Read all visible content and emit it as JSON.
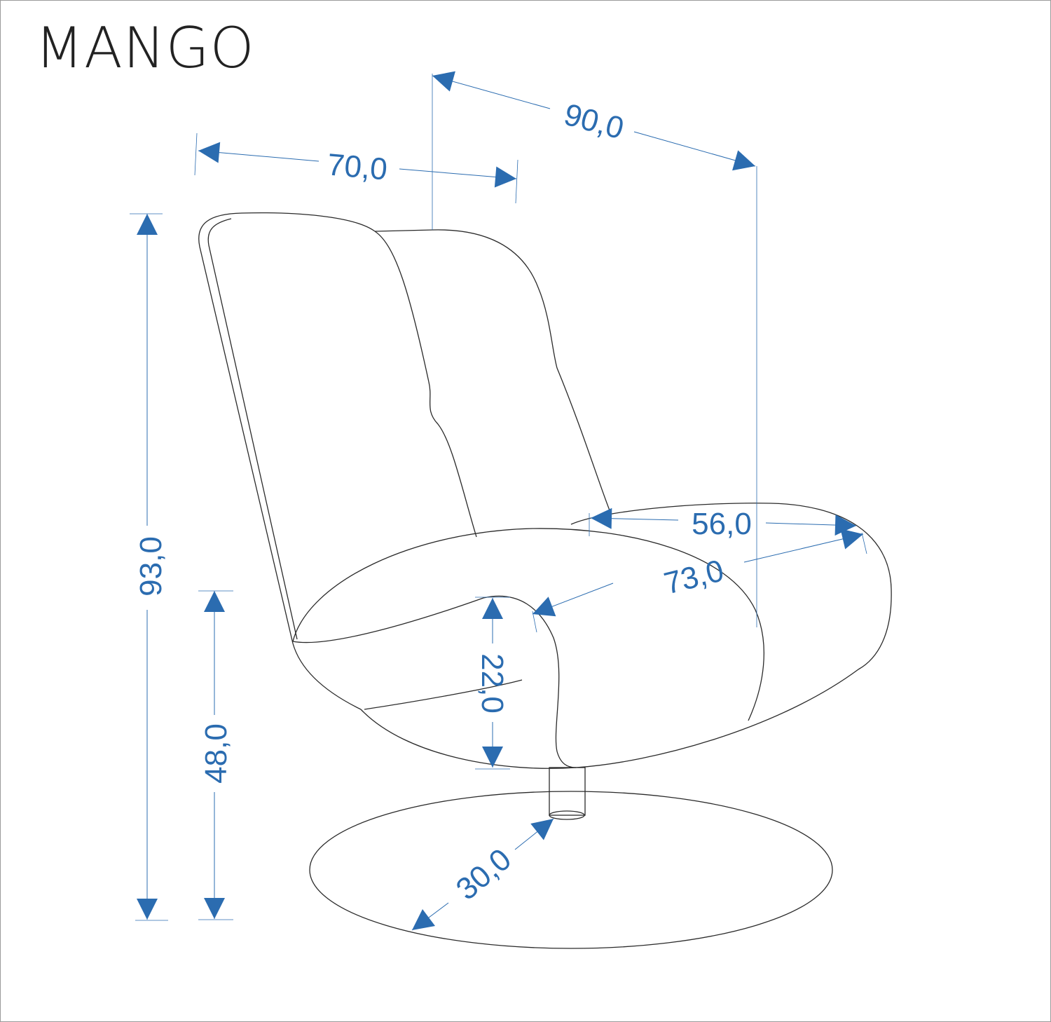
{
  "title": "MANGO",
  "colors": {
    "dimension": "#2b6cb0",
    "outline": "#2a2a2a",
    "title": "#222222"
  },
  "dimensions": {
    "width": "70,0",
    "depth": "90,0",
    "height": "93,0",
    "seat_height": "48,0",
    "seat_thickness": "22,0",
    "seat_depth": "56,0",
    "seat_length": "73,0",
    "base_radius": "30,0"
  }
}
